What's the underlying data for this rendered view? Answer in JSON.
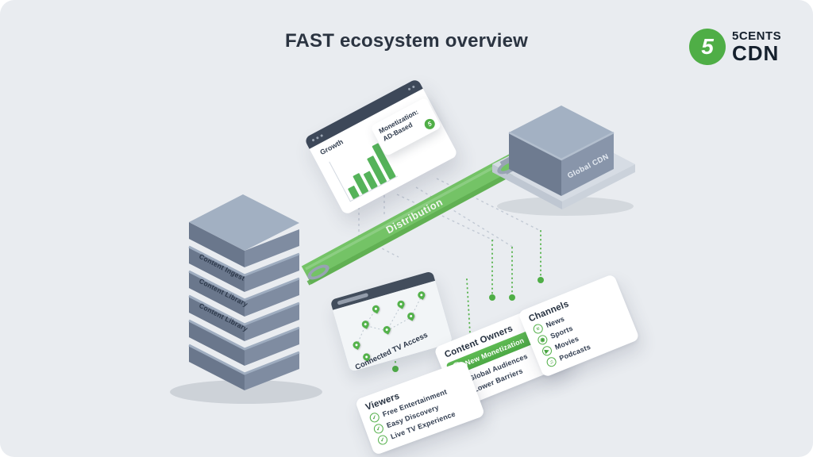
{
  "page": {
    "title": "FAST ecosystem overview",
    "background": "#e9ecf0"
  },
  "logo": {
    "mark": "5",
    "name_top": "5CENTS",
    "name_bottom": "CDN",
    "green": "#4fae46"
  },
  "browser": {
    "chart_label": "Growth",
    "badge": {
      "line1": "Monetization:",
      "line2": "AD-Based",
      "mark": "5"
    }
  },
  "chart_data": {
    "type": "bar",
    "title": "Growth",
    "values": [
      2,
      3.5,
      3,
      5,
      6.5
    ],
    "categories": [
      "",
      "",
      "",
      "",
      ""
    ],
    "ylim": [
      0,
      7
    ],
    "bar_color": "#55b35a"
  },
  "pipe": {
    "label": "Distribution",
    "color": "#74c366"
  },
  "cdn": {
    "label": "Global CDN"
  },
  "servers": {
    "labels": [
      "Content Ingest",
      "Content Library",
      "Content Library"
    ]
  },
  "map_panel": {
    "caption": "Connected TV Access"
  },
  "cards": {
    "content_owners": {
      "title": "Content Owners",
      "items": [
        {
          "label": "New Monetization",
          "icon": "check-badge-icon"
        },
        {
          "label": "Global Audiences",
          "icon": "check-circle-icon"
        },
        {
          "label": "Lower Barriers",
          "icon": "check-circle-icon"
        }
      ]
    },
    "channels": {
      "title": "Channels",
      "items": [
        {
          "label": "News",
          "icon": "news-icon"
        },
        {
          "label": "Sports",
          "icon": "sports-icon"
        },
        {
          "label": "Movies",
          "icon": "movies-icon"
        },
        {
          "label": "Podcasts",
          "icon": "podcasts-icon"
        }
      ]
    },
    "viewers": {
      "title": "Viewers",
      "items": [
        {
          "label": "Free Entertainment",
          "icon": "check-circle-icon"
        },
        {
          "label": "Easy Discovery",
          "icon": "check-circle-icon"
        },
        {
          "label": "Live TV Experience",
          "icon": "check-circle-icon"
        }
      ]
    }
  }
}
